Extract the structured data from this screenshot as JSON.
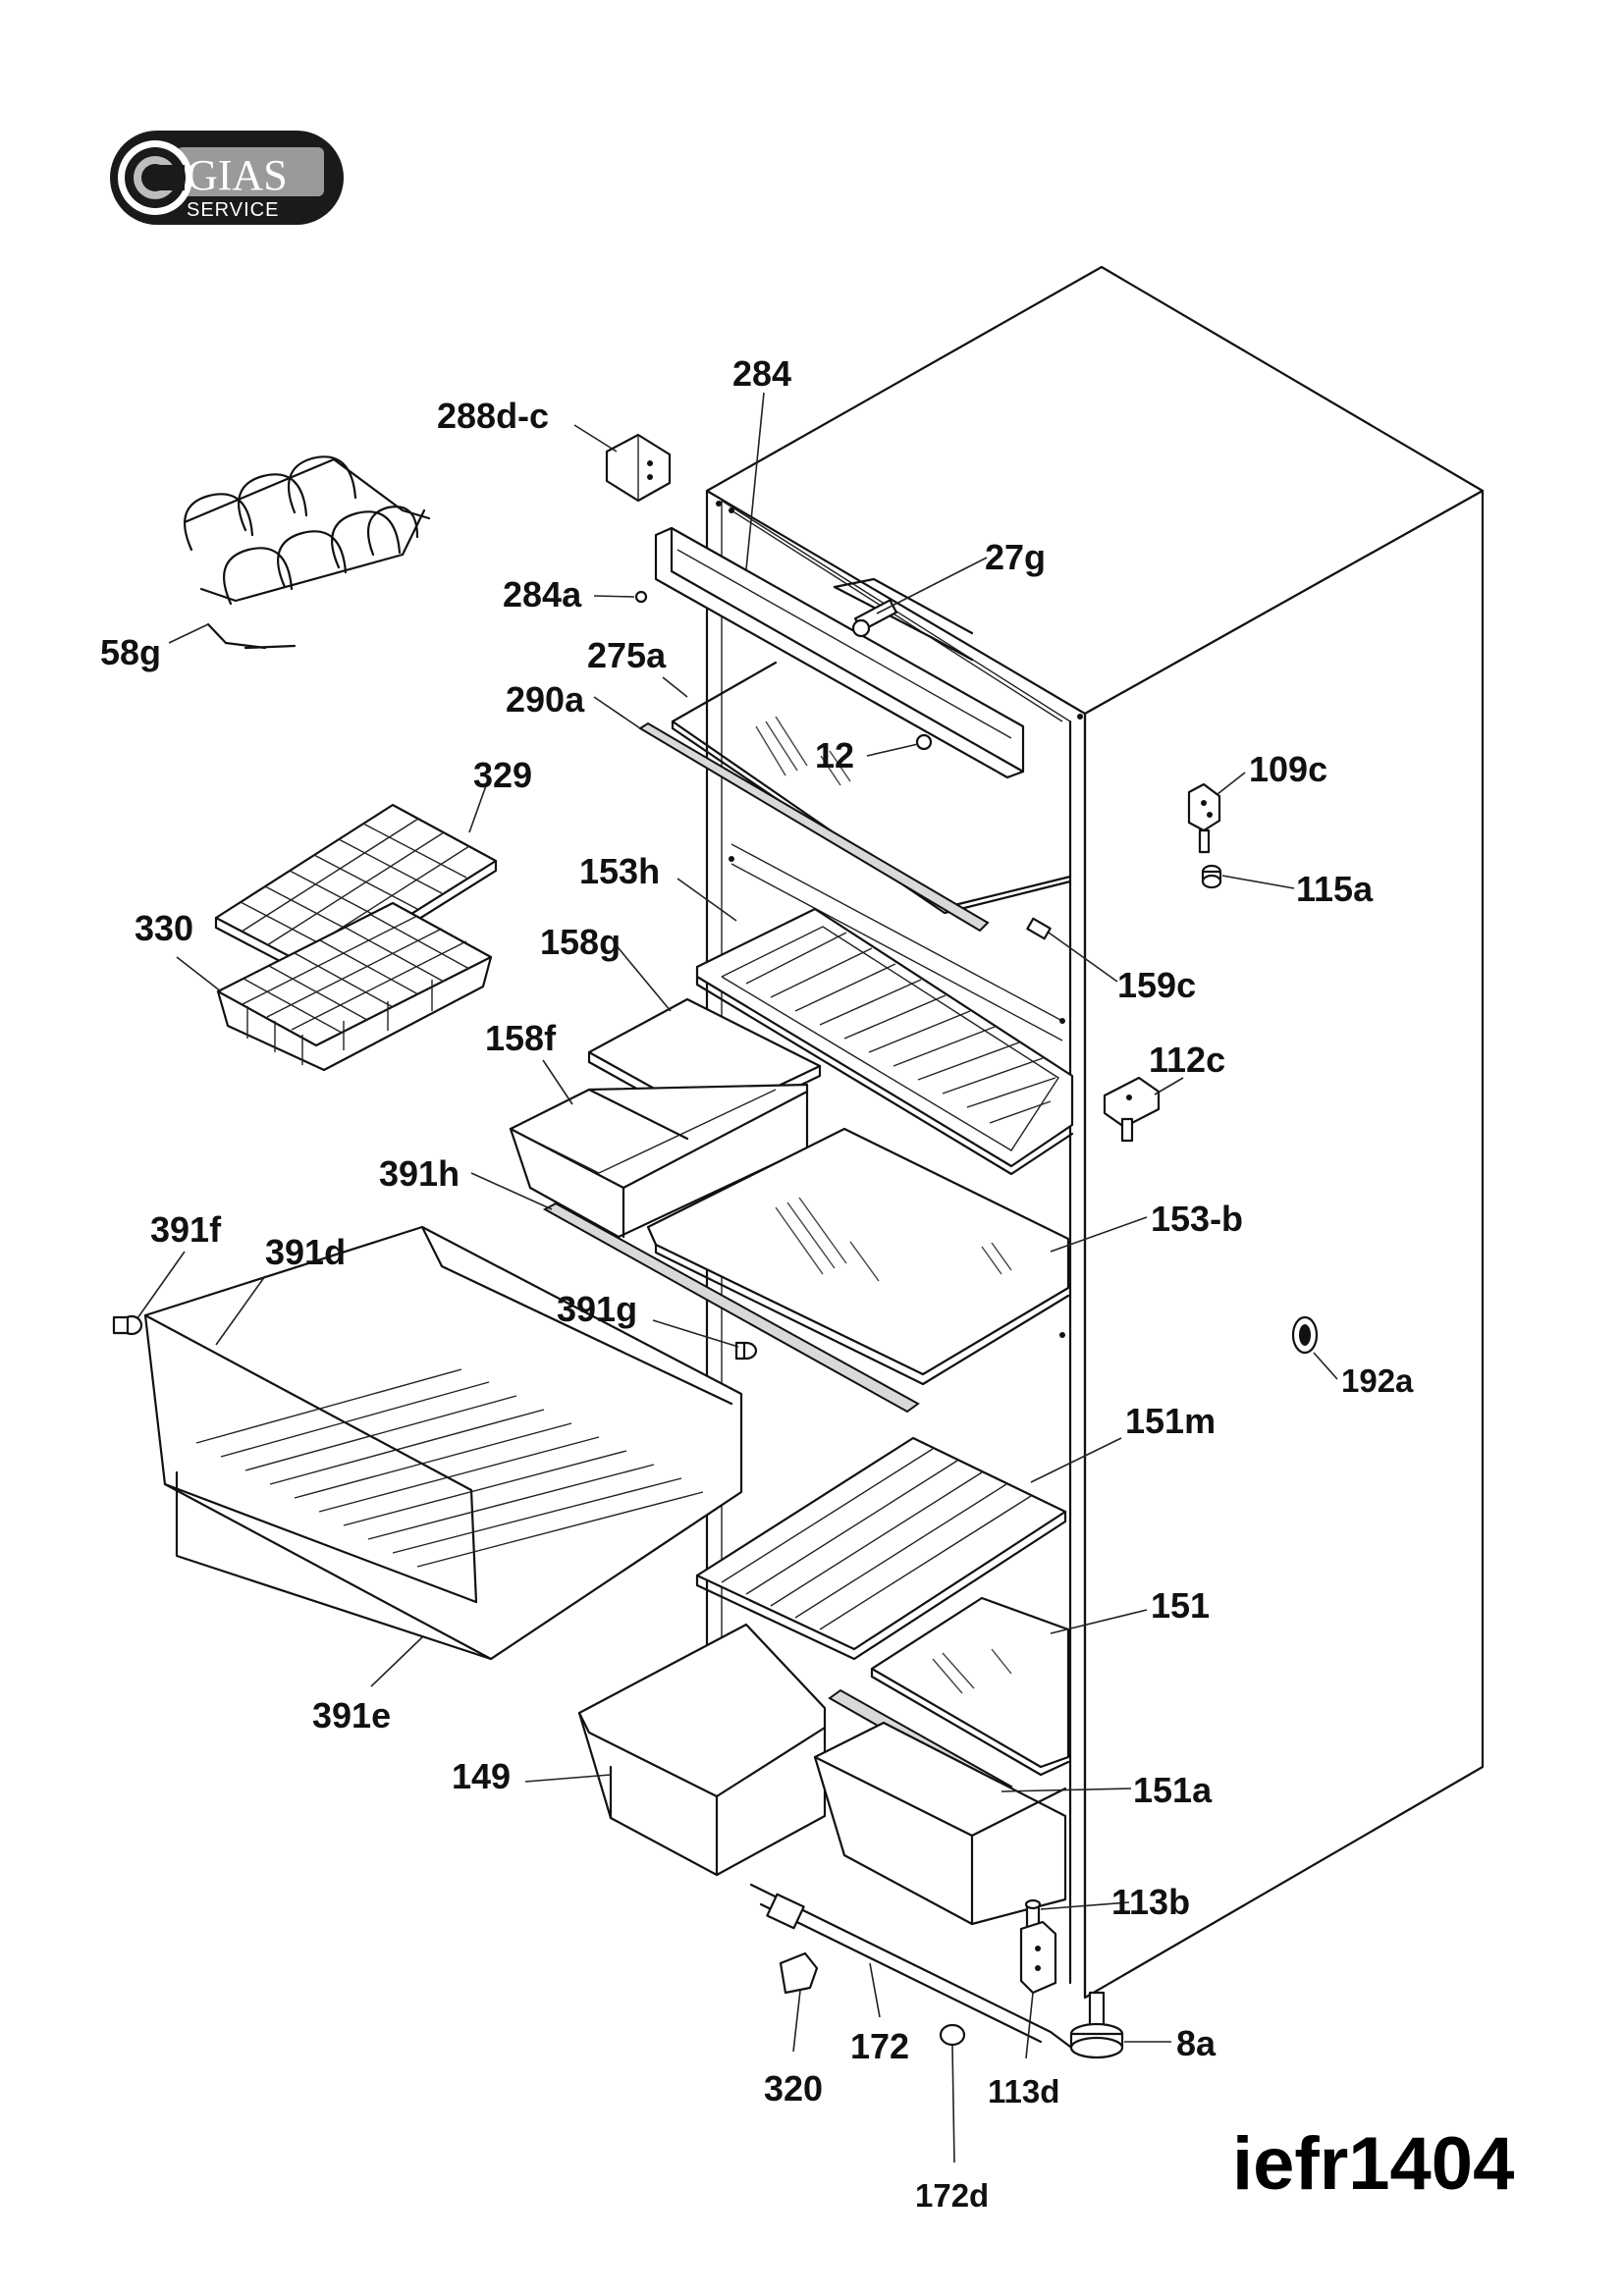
{
  "logo": {
    "brand": "GIAS",
    "subtitle": "SERVICE"
  },
  "diagram_code": "iefr1404",
  "labels": {
    "p288dc": "288d-c",
    "p284": "284",
    "p58g": "58g",
    "p284a": "284a",
    "p27g": "27g",
    "p275a": "275a",
    "p290a": "290a",
    "p12": "12",
    "p329": "329",
    "p109c": "109c",
    "p115a": "115a",
    "p153h": "153h",
    "p330": "330",
    "p158g": "158g",
    "p159c": "159c",
    "p158f": "158f",
    "p112c": "112c",
    "p391h": "391h",
    "p153b": "153-b",
    "p391f": "391f",
    "p391d": "391d",
    "p391g": "391g",
    "p192a": "192a",
    "p151m": "151m",
    "p151": "151",
    "p391e": "391e",
    "p149": "149",
    "p151a": "151a",
    "p113b": "113b",
    "p172": "172",
    "p8a": "8a",
    "p320": "320",
    "p113d": "113d",
    "p172d": "172d"
  }
}
